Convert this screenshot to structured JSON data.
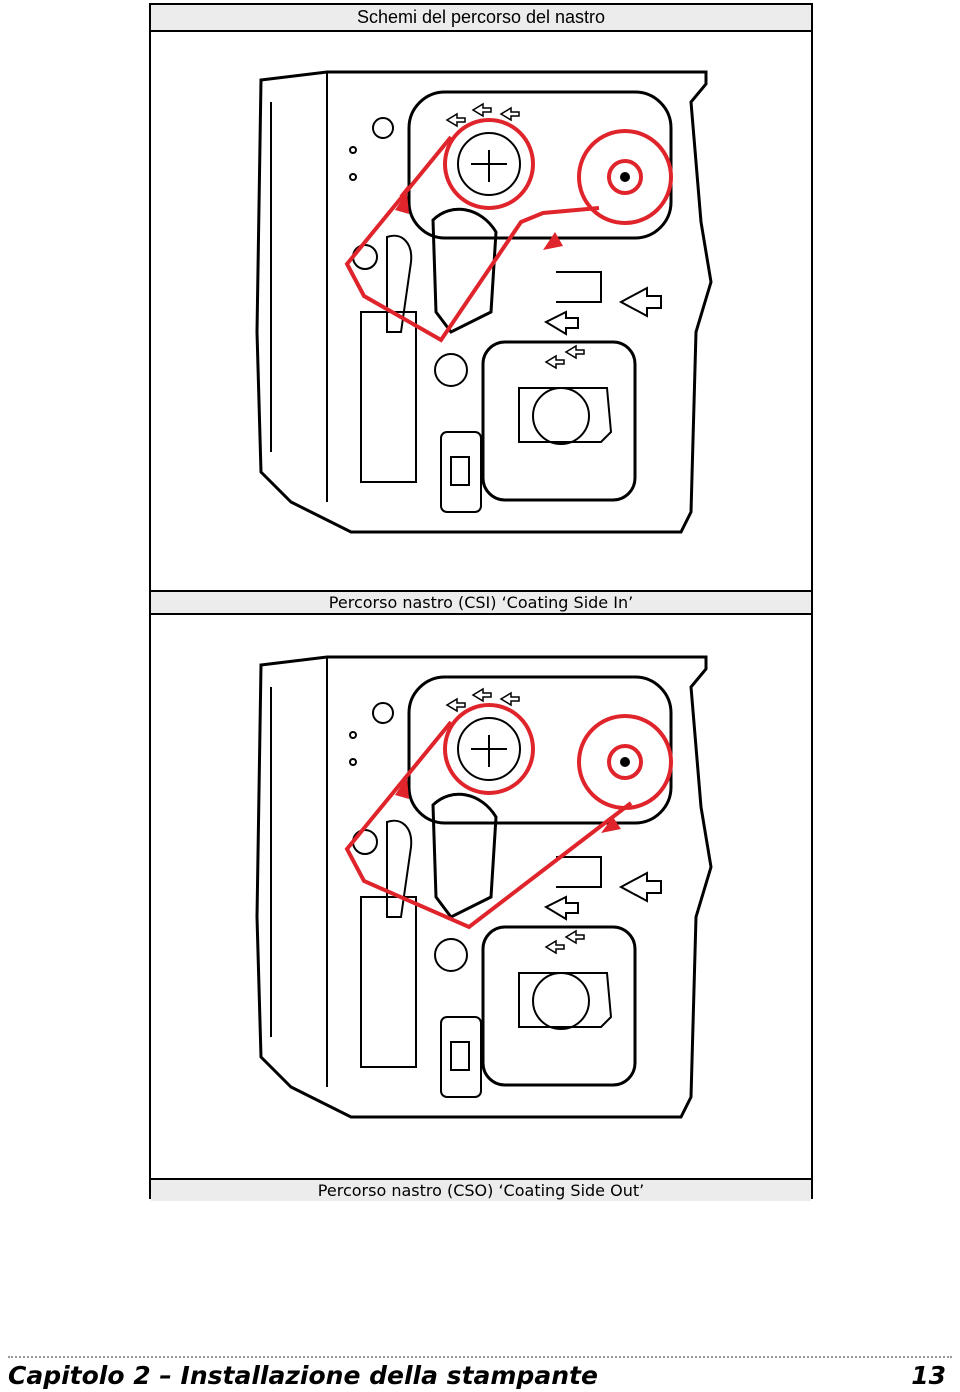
{
  "page_title": "Schemi del percorso del nastro",
  "figures": [
    {
      "caption": "Percorso nastro (CSI) ‘Coating Side In’"
    },
    {
      "caption": "Percorso nastro (CSO) ‘Coating Side Out’"
    }
  ],
  "footer": {
    "chapter": "Capitolo 2 – Installazione della stampante",
    "page_number": "13"
  },
  "colors": {
    "ribbon_path": "#e0242b",
    "line_art": "#000000",
    "bar_fill": "#ececec"
  }
}
